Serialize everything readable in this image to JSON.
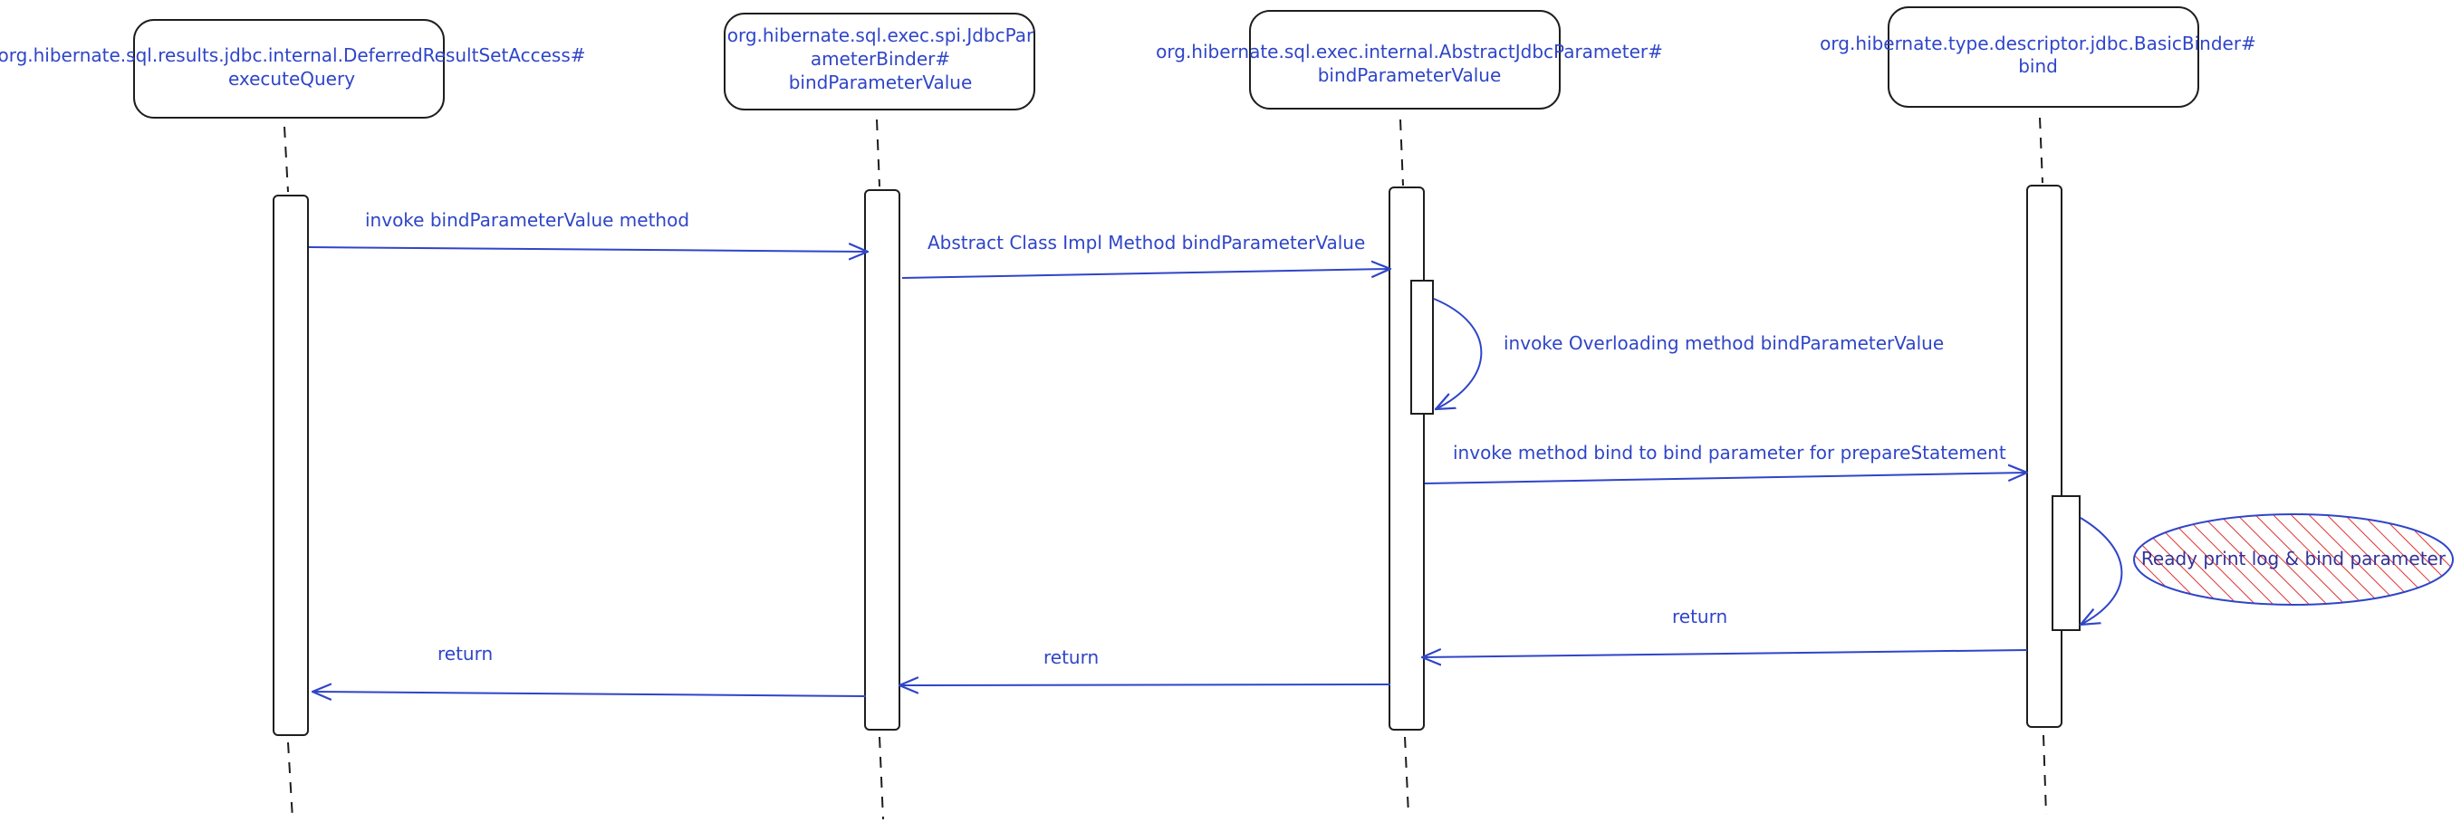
{
  "colors": {
    "stroke": "#1e1e1e",
    "text": "#2f45c8",
    "arrow": "#2f45c8",
    "note_fill": "#e03131",
    "note_stroke": "#2f45c8"
  },
  "participants": [
    {
      "id": "p1",
      "lines": [
        "org.hibernate.sql.results.jdbc.internal.DeferredResultSetAccess#",
        "executeQuery"
      ]
    },
    {
      "id": "p2",
      "lines": [
        "org.hibernate.sql.exec.spi.JdbcPar",
        "ameterBinder#",
        "bindParameterValue"
      ]
    },
    {
      "id": "p3",
      "lines": [
        "org.hibernate.sql.exec.internal.AbstractJdbcParameter#",
        "bindParameterValue"
      ]
    },
    {
      "id": "p4",
      "lines": [
        "org.hibernate.type.descriptor.jdbc.BasicBinder#",
        "bind"
      ]
    }
  ],
  "messages": {
    "m1": "invoke bindParameterValue method",
    "m2": "Abstract Class Impl Method bindParameterValue",
    "m3": "invoke Overloading method bindParameterValue",
    "m4": "invoke method bind to bind parameter for prepareStatement",
    "r1": "return",
    "r2": "return",
    "r3": "return"
  },
  "note": {
    "text": "Ready print log & bind parameter"
  }
}
